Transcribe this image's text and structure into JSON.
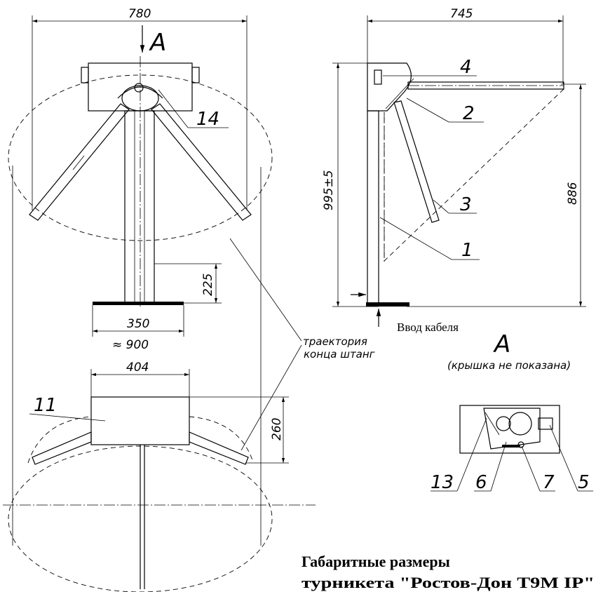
{
  "dimensions": {
    "width_780": "780",
    "width_745": "745",
    "height_995": "995±5",
    "height_886": "886",
    "base_225": "225",
    "base_350": "350",
    "approx_900": "≈ 900",
    "top_404": "404",
    "top_260": "260"
  },
  "views": {
    "section_marker": "A",
    "view_a_title": "A",
    "view_a_note": "(крышка не показана)"
  },
  "annotations": {
    "trajectory_line1": "траектория",
    "trajectory_line2": "конца штанг",
    "cable_entry": "Ввод кабеля"
  },
  "callouts": [
    "1",
    "2",
    "3",
    "4",
    "5",
    "6",
    "7",
    "11",
    "13",
    "14"
  ],
  "caption": {
    "line1": "Габаритные размеры",
    "line2": "турникета \"Ростов-Дон Т9М IP\""
  }
}
